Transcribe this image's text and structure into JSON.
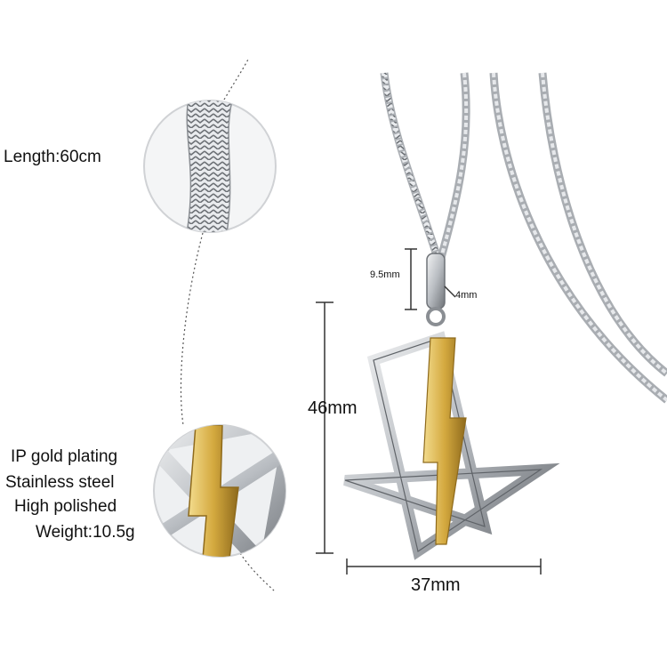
{
  "specs": {
    "length": "Length:60cm",
    "plating": "IP gold plating",
    "material": "Stainless steel",
    "finish": "High polished",
    "weight": "Weight:10.5g"
  },
  "dimensions": {
    "height": "46mm",
    "width": "37mm",
    "bail_height": "9.5mm",
    "bail_width": "4mm"
  },
  "colors": {
    "steel": "#c9ccd0",
    "steel_dark": "#7d8186",
    "gold": "#d9b24a",
    "gold_dark": "#a07a22"
  }
}
